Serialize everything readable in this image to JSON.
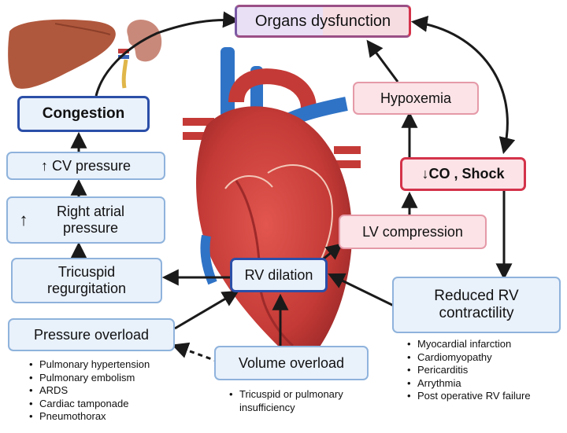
{
  "nodes": {
    "organs_dysfunction": "Organs dysfunction",
    "congestion": "Congestion",
    "cv_pressure": "↑ CV pressure",
    "right_atrial_pressure_arrow": "↑",
    "right_atrial_pressure": "Right atrial pressure",
    "tricuspid_regurgitation": "Tricuspid regurgitation",
    "pressure_overload": "Pressure overload",
    "hypoxemia": "Hypoxemia",
    "co_shock": "↓CO , Shock",
    "lv_compression": "LV compression",
    "rv_dilation": "RV dilation",
    "reduced_rv_contractility": "Reduced RV contractility",
    "volume_overload": "Volume overload"
  },
  "lists": {
    "pressure_overload_causes": [
      "Pulmonary hypertension",
      "Pulmonary embolism",
      "ARDS",
      "Cardiac tamponade",
      "Pneumothorax"
    ],
    "volume_overload_causes": [
      "Tricuspid or pulmonary insufficiency"
    ],
    "reduced_contractility_causes": [
      "Myocardial infarction",
      "Cardiomyopathy",
      "Pericarditis",
      "Arrythmia",
      "Post operative RV failure"
    ]
  },
  "colors": {
    "blue_border": "#2b4fa8",
    "red_border": "#d4334a",
    "arrow": "#1a1a1a"
  },
  "icons": [
    "liver-icon",
    "kidney-icon",
    "heart-icon"
  ]
}
